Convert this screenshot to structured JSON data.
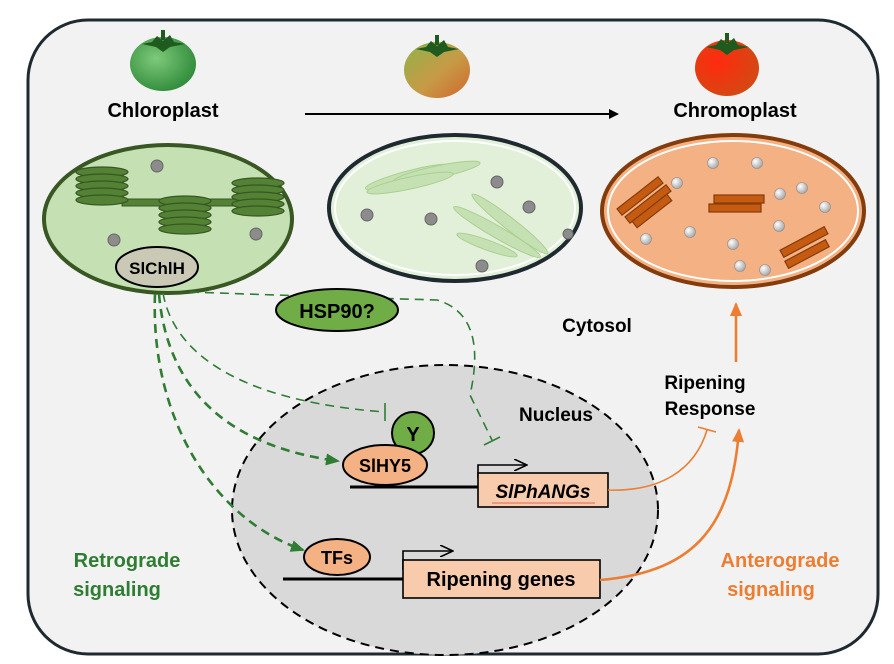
{
  "stages": {
    "left": "Chloroplast",
    "right": "Chromoplast"
  },
  "compartments": {
    "cytosol": "Cytosol",
    "nucleus": "Nucleus"
  },
  "proteins": {
    "chlh": "SlChlH",
    "hsp90": "HSP90?",
    "y": "Y",
    "hy5": "SlHY5",
    "tfs": "TFs"
  },
  "genes": {
    "phangs": "SlPhANGs",
    "ripening": "Ripening genes"
  },
  "response": {
    "line1": "Ripening",
    "line2": "Response"
  },
  "signaling": {
    "retro_line1": "Retrograde",
    "retro_line2": "signaling",
    "antero_line1": "Anterograde",
    "antero_line2": "signaling"
  },
  "colors": {
    "retrograde": "#2e7d32",
    "anterograde": "#ed7d31",
    "chloroplast_fill": "#c5e0b3",
    "chromoplast_fill": "#f4b183",
    "nucleus_fill": "#d9d9d9",
    "gene_box": "#f8cbad"
  }
}
